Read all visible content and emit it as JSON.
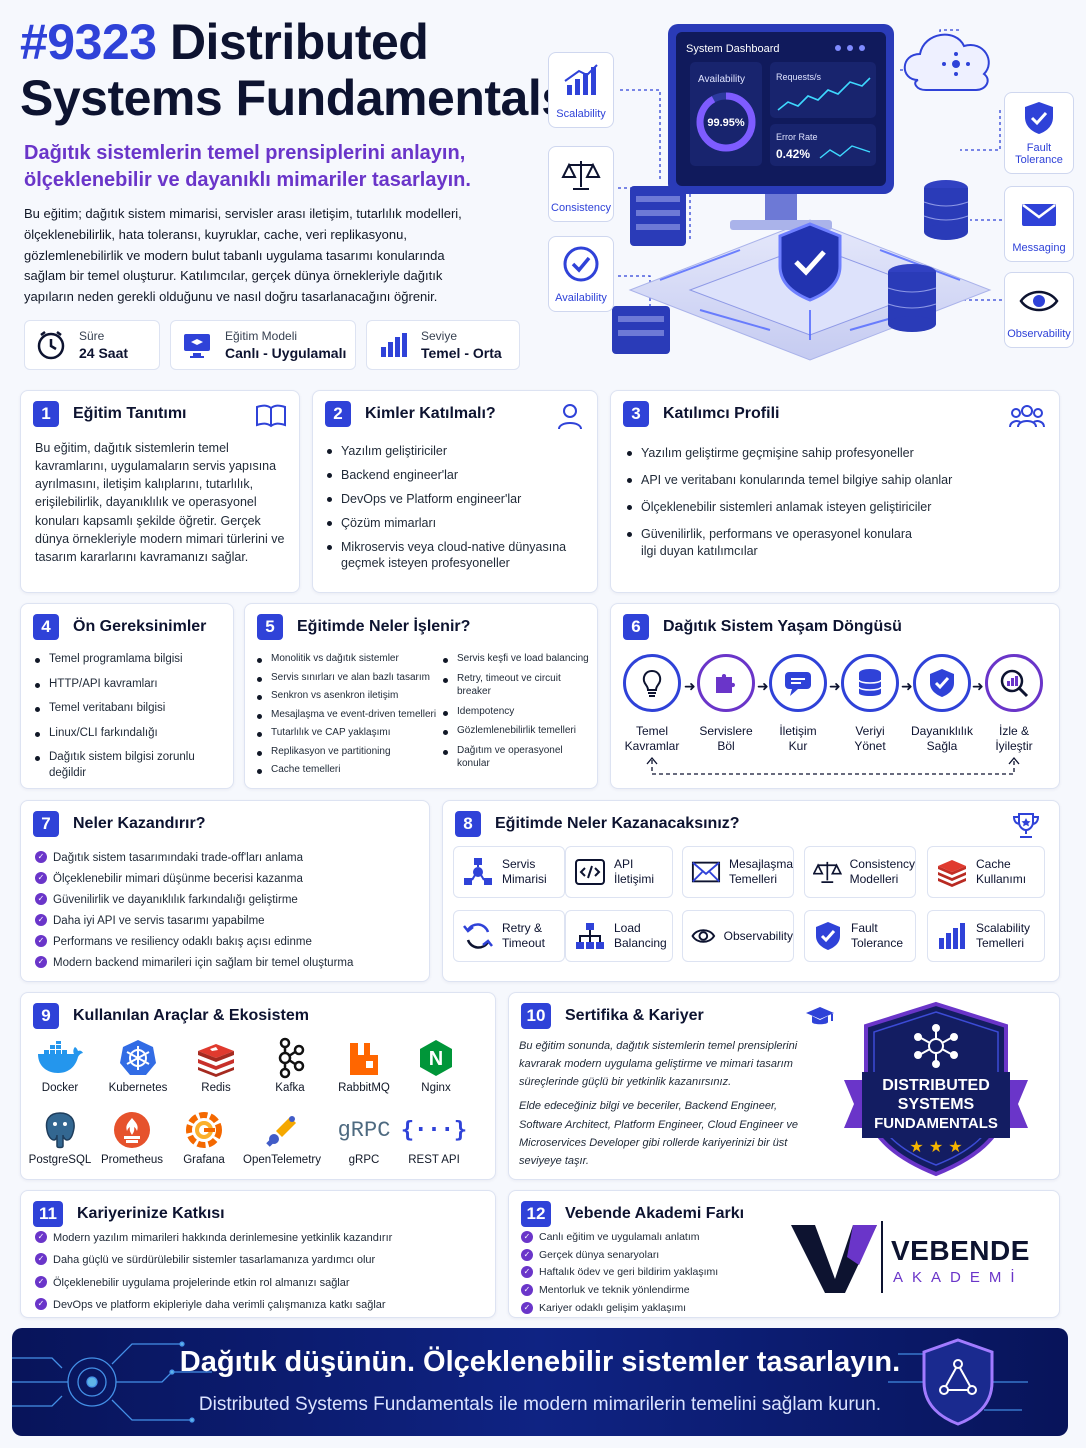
{
  "hero": {
    "title_num": "#9323",
    "title_line1_rest": "Distributed",
    "title_line2": "Systems Fundamentals",
    "subtitle_line1": "Dağıtık sistemlerin temel prensiplerini anlayın,",
    "subtitle_line2": "ölçeklenebilir ve dayanıklı mimariler tasarlayın.",
    "description": "Bu eğitim; dağıtık sistem mimarisi, servisler arası iletişim, tutarlılık modelleri, ölçeklenebilirlik, hata toleransı, kuyruklar, cache, veri replikasyonu, gözlemlenebilirlik ve modern bulut tabanlı uygulama tasarımı konularında sağlam bir temel oluşturur. Katılımcılar, gerçek dünya örnekleriyle dağıtık yapıların neden gerekli olduğunu ve nasıl doğru tasarlanacağını öğrenir."
  },
  "meta": [
    {
      "label": "Süre",
      "value": "24 Saat",
      "icon": "clock-icon"
    },
    {
      "label": "Eğitim Modeli",
      "value": "Canlı - Uygulamalı",
      "icon": "monitor-icon"
    },
    {
      "label": "Seviye",
      "value": "Temel - Orta",
      "icon": "bars-icon"
    }
  ],
  "illustration": {
    "dashboard_title": "System Dashboard",
    "availability_label": "Availability",
    "availability_value": "99.95%",
    "requests_label": "Requests/s",
    "error_label": "Error Rate",
    "error_value": "0.42%",
    "features": {
      "scalability": "Scalability",
      "consistency": "Consistency",
      "availability": "Availability",
      "fault_tolerance_1": "Fault",
      "fault_tolerance_2": "Tolerance",
      "messaging": "Messaging",
      "observability": "Observability"
    }
  },
  "s1": {
    "num": "1",
    "title": "Eğitim Tanıtımı",
    "body": "Bu eğitim, dağıtık sistemlerin temel kavramlarını, uygulamaların servis yapısına ayrılmasını, iletişim kalıplarını, tutarlılık, erişilebilirlik, dayanıklılık ve operasyonel konuları kapsamlı şekilde öğretir. Gerçek dünya örnekleriyle modern mimari türlerini ve tasarım kararlarını kavramanızı sağlar."
  },
  "s2": {
    "num": "2",
    "title": "Kimler Katılmalı?",
    "items": [
      "Yazılım geliştiriciler",
      "Backend engineer'lar",
      "DevOps ve Platform engineer'lar",
      "Çözüm mimarları",
      "Mikroservis veya cloud-native dünyasına geçmek isteyen profesyoneller"
    ]
  },
  "s3": {
    "num": "3",
    "title": "Katılımcı Profili",
    "items": [
      "Yazılım geliştirme geçmişine sahip profesyoneller",
      "API ve veritabanı konularında temel bilgiye sahip olanlar",
      "Ölçeklenebilir sistemleri anlamak isteyen geliştiriciler",
      "Güvenilirlik, performans ve operasyonel konulara ilgi duyan katılımcılar"
    ]
  },
  "s4": {
    "num": "4",
    "title": "Ön Gereksinimler",
    "items": [
      "Temel programlama bilgisi",
      "HTTP/API kavramları",
      "Temel veritabanı bilgisi",
      "Linux/CLI farkındalığı",
      "Dağıtık sistem bilgisi zorunlu değildir"
    ]
  },
  "s5": {
    "num": "5",
    "title": "Eğitimde Neler İşlenir?",
    "col1": [
      "Monolitik vs dağıtık sistemler",
      "Servis sınırları ve alan bazlı tasarım",
      "Senkron vs asenkron iletişim",
      "Mesajlaşma ve event-driven temelleri",
      "Tutarlılık ve CAP yaklaşımı",
      "Replikasyon ve partitioning",
      "Cache temelleri"
    ],
    "col2": [
      "Servis keşfi ve load balancing",
      "Retry, timeout ve circuit breaker",
      "Idempotency",
      "Gözlemlenebilirlik temelleri",
      "Dağıtım ve operasyonel konular"
    ]
  },
  "s6": {
    "num": "6",
    "title": "Dağıtık Sistem Yaşam Döngüsü",
    "steps": [
      {
        "l1": "Temel",
        "l2": "Kavramlar",
        "icon": "lightbulb-icon"
      },
      {
        "l1": "Servislere",
        "l2": "Böl",
        "icon": "puzzle-icon"
      },
      {
        "l1": "İletişim",
        "l2": "Kur",
        "icon": "chat-icon"
      },
      {
        "l1": "Veriyi",
        "l2": "Yönet",
        "icon": "database-icon"
      },
      {
        "l1": "Dayanıklılık",
        "l2": "Sağla",
        "icon": "shield-check-icon"
      },
      {
        "l1": "İzle &",
        "l2": "İyileştir",
        "icon": "chart-search-icon"
      }
    ]
  },
  "s7": {
    "num": "7",
    "title": "Neler Kazandırır?",
    "items": [
      "Dağıtık sistem tasarımındaki trade-off'ları anlama",
      "Ölçeklenebilir mimari düşünme becerisi kazanma",
      "Güvenilirlik ve dayanıklılık farkındalığı geliştirme",
      "Daha iyi API ve servis tasarımı yapabilme",
      "Performans ve resiliency odaklı bakış açısı edinme",
      "Modern backend mimarileri için sağlam bir temel oluşturma"
    ]
  },
  "s8": {
    "num": "8",
    "title": "Eğitimde Neler Kazanacaksınız?",
    "row1": [
      {
        "l1": "Servis",
        "l2": "Mimarisi",
        "icon": "cubes-icon"
      },
      {
        "l1": "API",
        "l2": "İletişimi",
        "icon": "code-icon"
      },
      {
        "l1": "Mesajlaşma",
        "l2": "Temelleri",
        "icon": "envelope-icon"
      },
      {
        "l1": "Consistency",
        "l2": "Modelleri",
        "icon": "scale-icon"
      },
      {
        "l1": "Cache",
        "l2": "Kullanımı",
        "icon": "redis-icon"
      }
    ],
    "row2": [
      {
        "l1": "Retry &",
        "l2": "Timeout",
        "icon": "retry-icon"
      },
      {
        "l1": "Load",
        "l2": "Balancing",
        "icon": "hierarchy-icon"
      },
      {
        "l1": "Observability",
        "l2": "",
        "icon": "eye-icon"
      },
      {
        "l1": "Fault",
        "l2": "Tolerance",
        "icon": "shield-check-icon"
      },
      {
        "l1": "Scalability",
        "l2": "Temelleri",
        "icon": "bars-icon"
      }
    ]
  },
  "s9": {
    "num": "9",
    "title": "Kullanılan Araçlar & Ekosistem",
    "row1": [
      "Docker",
      "Kubernetes",
      "Redis",
      "Kafka",
      "RabbitMQ",
      "Nginx"
    ],
    "row2": [
      "PostgreSQL",
      "Prometheus",
      "Grafana",
      "OpenTelemetry",
      "gRPC",
      "REST API"
    ],
    "grpc_logo": "gRPC",
    "nginx_letter": "N",
    "rest_logo": "{···}"
  },
  "s10": {
    "num": "10",
    "title": "Sertifika & Kariyer",
    "p1": "Bu eğitim sonunda, dağıtık sistemlerin temel prensiplerini kavrarak modern uygulama geliştirme ve mimari tasarım süreçlerinde güçlü bir yetkinlik kazanırsınız.",
    "p2": "Elde edeceğiniz bilgi ve beceriler, Backend Engineer, Software Architect, Platform Engineer, Cloud Engineer ve Microservices Developer gibi rollerde kariyerinizi bir üst seviyeye taşır.",
    "badge_l1": "DISTRIBUTED",
    "badge_l2": "SYSTEMS",
    "badge_l3": "FUNDAMENTALS",
    "stars": "★ ★ ★"
  },
  "s11": {
    "num": "11",
    "title": "Kariyerinize Katkısı",
    "items": [
      "Modern yazılım mimarileri hakkında derinlemesine yetkinlik kazandırır",
      "Daha güçlü ve sürdürülebilir sistemler tasarlamanıza yardımcı olur",
      "Ölçeklenebilir uygulama projelerinde etkin rol almanızı sağlar",
      "DevOps ve platform ekipleriyle daha verimli çalışmanıza katkı sağlar"
    ]
  },
  "s12": {
    "num": "12",
    "title": "Vebende Akademi Farkı",
    "items": [
      "Canlı eğitim ve uygulamalı anlatım",
      "Gerçek dünya senaryoları",
      "Haftalık ödev ve geri bildirim yaklaşımı",
      "Mentorluk ve teknik yönlendirme",
      "Kariyer odaklı gelişim yaklaşımı"
    ],
    "brand_name": "VEBENDE",
    "brand_sub": "AKADEMİ"
  },
  "footer": {
    "headline": "Dağıtık düşünün. Ölçeklenebilir sistemler tasarlayın.",
    "sub": "Distributed Systems Fundamentals ile modern mimarilerin temelini sağlam kurun."
  },
  "colors": {
    "primary": "#2f42d8",
    "purple": "#6a35c9",
    "navy": "#0d1330",
    "footer_bg": "#0b1a5c"
  }
}
